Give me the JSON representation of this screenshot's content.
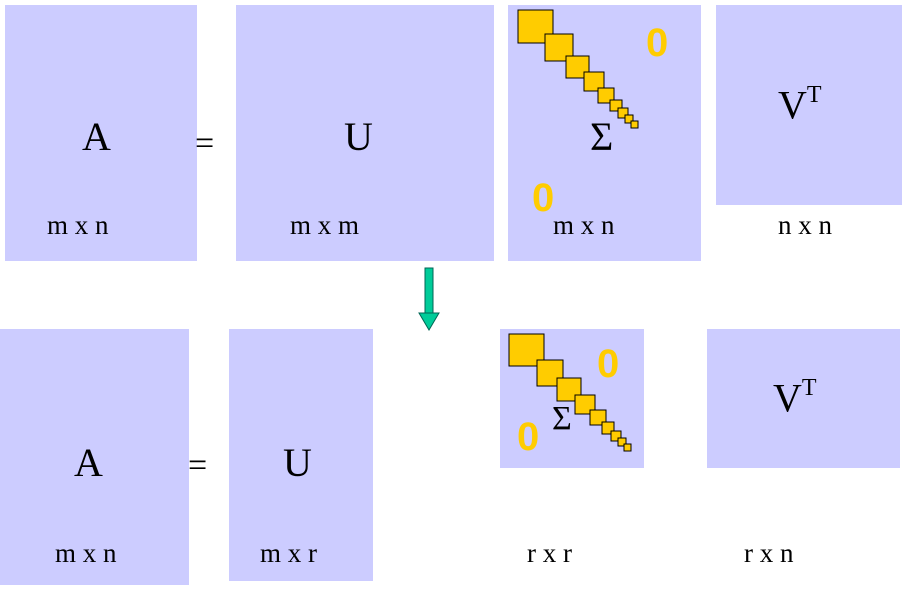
{
  "top": {
    "a_label": "A",
    "a_dims": "m x n",
    "equals": "=",
    "u_label": "U",
    "u_dims": "m x m",
    "sigma_label": "Σ",
    "sigma_dims": "m x n",
    "zero_upper": "0",
    "zero_lower": "0",
    "v_label": "V",
    "v_sup": "T",
    "v_dims": "n x n"
  },
  "bottom": {
    "a_label": "A",
    "a_dims": "m x n",
    "equals": "=",
    "u_label": "U",
    "u_dims": "m x r",
    "sigma_label": "Σ",
    "sigma_dims": "r x r",
    "zero_upper": "0",
    "zero_lower": "0",
    "v_label": "V",
    "v_sup": "T",
    "v_dims": "r x n"
  },
  "colors": {
    "matrix_fill": "#ccccff",
    "diagonal_square_fill": "#ffcc00",
    "zero_text": "#ffcc00",
    "arrow_fill": "#00cc99"
  }
}
